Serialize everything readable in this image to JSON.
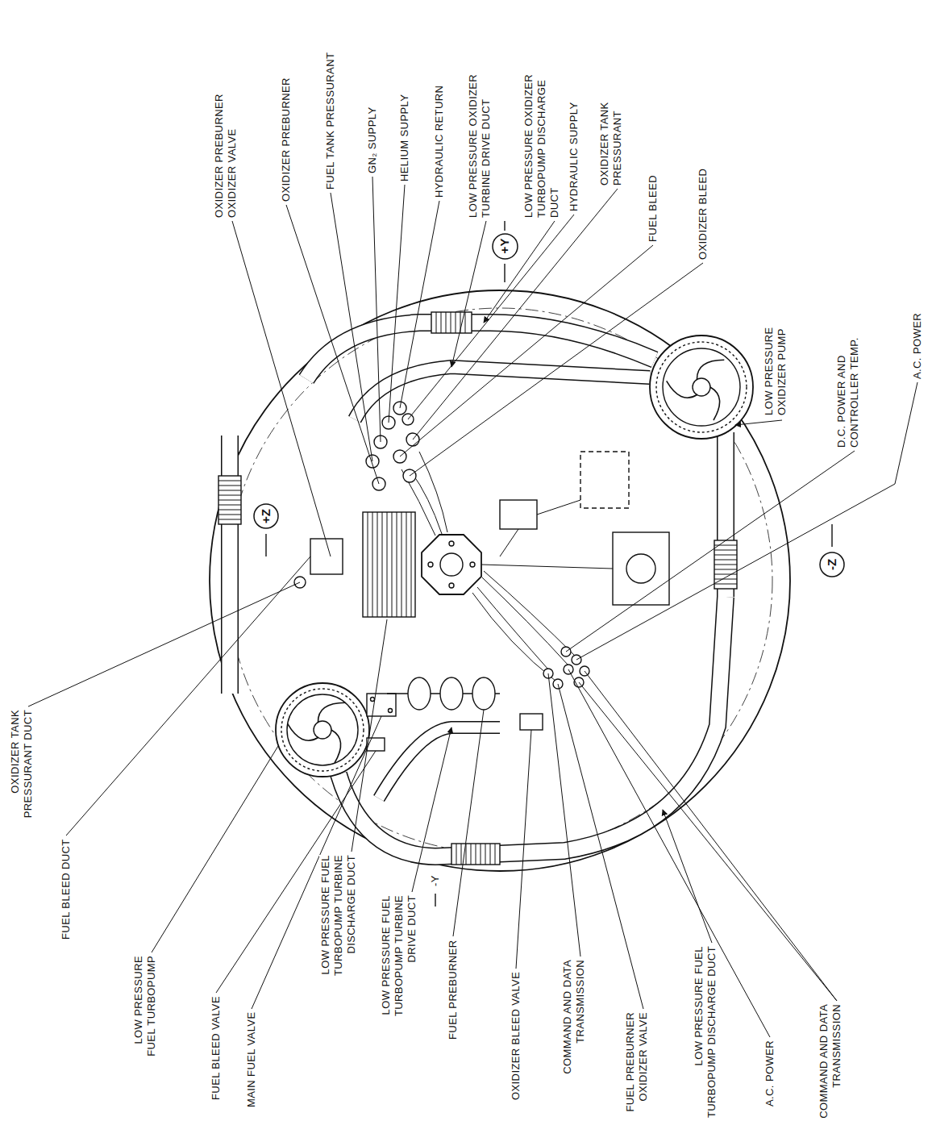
{
  "diagram": {
    "nodes": [
      {
        "text": [
          "+Y"
        ]
      },
      {
        "text": [
          "+Z"
        ]
      },
      {
        "text": [
          "-Z"
        ]
      }
    ],
    "labels": [
      "OXIDIZER PREBURNER OXIDIZER VALVE",
      "OXIDIZER PREBURNER",
      "FUEL TANK PRESSURANT",
      "GN₂ SUPPLY",
      "HELIUM SUPPLY",
      "HYDRAULIC RETURN",
      "LOW PRESSURE OXIDIZER TURBINE DRIVE DUCT",
      "LOW PRESSURE OXIDIZER TURBOPUMP DISCHARGE DUCT",
      "HYDRAULIC SUPPLY",
      "OXIDIZER TANK PRESSURANT",
      "FUEL BLEED",
      "OXIDIZER BLEED",
      "LOW PRESSURE OXIDIZER PUMP",
      "D.C. POWER AND CONTROLLER TEMP.",
      "A.C. POWER",
      "OXIDIZER TANK PRESSURANT DUCT",
      "FUEL BLEED DUCT",
      "LOW PRESSURE FUEL TURBOPUMP",
      "FUEL BLEED VALVE",
      "MAIN FUEL VALVE",
      "LOW PRESSURE FUEL TURBOPUMP TURBINE DISCHARGE DUCT",
      "LOW PRESSURE FUEL TURBOPUMP TURBINE DRIVE DUCT",
      "FUEL PREBURNER",
      "OXIDIZER BLEED VALVE",
      "COMMAND AND DATA TRANSMISSION",
      "FUEL PREBURNER OXIDIZER VALVE",
      "LOW PRESSURE FUEL TURBOPUMP DISCHARGE DUCT",
      "A.C. POWER",
      "COMMAND AND DATA TRANSMISSION",
      "-Y"
    ]
  }
}
